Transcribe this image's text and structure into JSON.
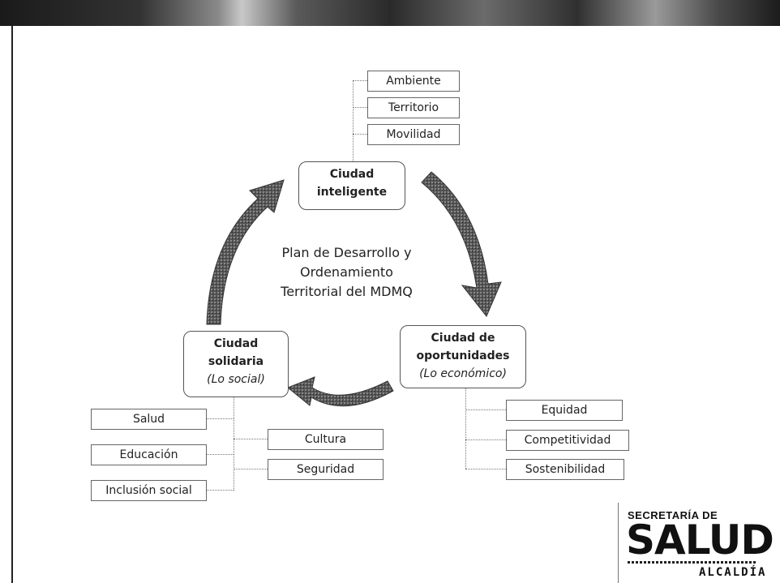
{
  "diagram": {
    "center_title": [
      "Plan de Desarrollo y",
      "Ordenamiento",
      "Territorial del MDMQ"
    ],
    "nodes": {
      "inteligente": {
        "lines": [
          "Ciudad",
          "inteligente"
        ],
        "sub": ""
      },
      "oportunidades": {
        "lines": [
          "Ciudad de",
          "oportunidades"
        ],
        "sub": "(Lo económico)"
      },
      "solidaria": {
        "lines": [
          "Ciudad",
          "solidaria"
        ],
        "sub": "(Lo social)"
      }
    },
    "leaves": {
      "inteligente": [
        "Ambiente",
        "Territorio",
        "Movilidad"
      ],
      "oportunidades": [
        "Equidad",
        "Competitividad",
        "Sostenibilidad"
      ],
      "solidaria_left": [
        "Salud",
        "Educación",
        "Inclusión social"
      ],
      "solidaria_right": [
        "Cultura",
        "Seguridad"
      ]
    }
  },
  "logo": {
    "line1": "SECRETARÍA DE",
    "line2": "SALUD",
    "line3": "ALCALDÍA"
  }
}
